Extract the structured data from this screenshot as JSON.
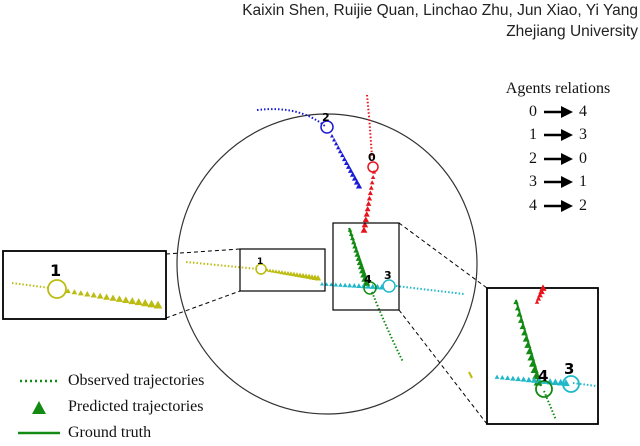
{
  "header": {
    "authors": "Kaixin Shen, Ruijie Quan, Linchao Zhu, Jun Xiao, Yi Yang",
    "affiliation": "Zhejiang University"
  },
  "relations": {
    "title": "Agents relations",
    "pairs": [
      {
        "from": "0",
        "to": "4"
      },
      {
        "from": "1",
        "to": "3"
      },
      {
        "from": "2",
        "to": "0"
      },
      {
        "from": "3",
        "to": "1"
      },
      {
        "from": "4",
        "to": "2"
      }
    ]
  },
  "legend": {
    "observed": "Observed trajectories",
    "predicted": "Predicted trajectories",
    "ground_truth": "Ground truth"
  },
  "agents": [
    {
      "id": "0",
      "label": "0",
      "color": "#e8121b"
    },
    {
      "id": "1",
      "label": "1",
      "color": "#bcbc12"
    },
    {
      "id": "2",
      "label": "2",
      "color": "#1a1ad8"
    },
    {
      "id": "3",
      "label": "3",
      "color": "#20b8c8"
    },
    {
      "id": "4",
      "label": "4",
      "color": "#138a13"
    }
  ],
  "colors": {
    "outline": "#000000",
    "legend_green": "#138a13"
  }
}
